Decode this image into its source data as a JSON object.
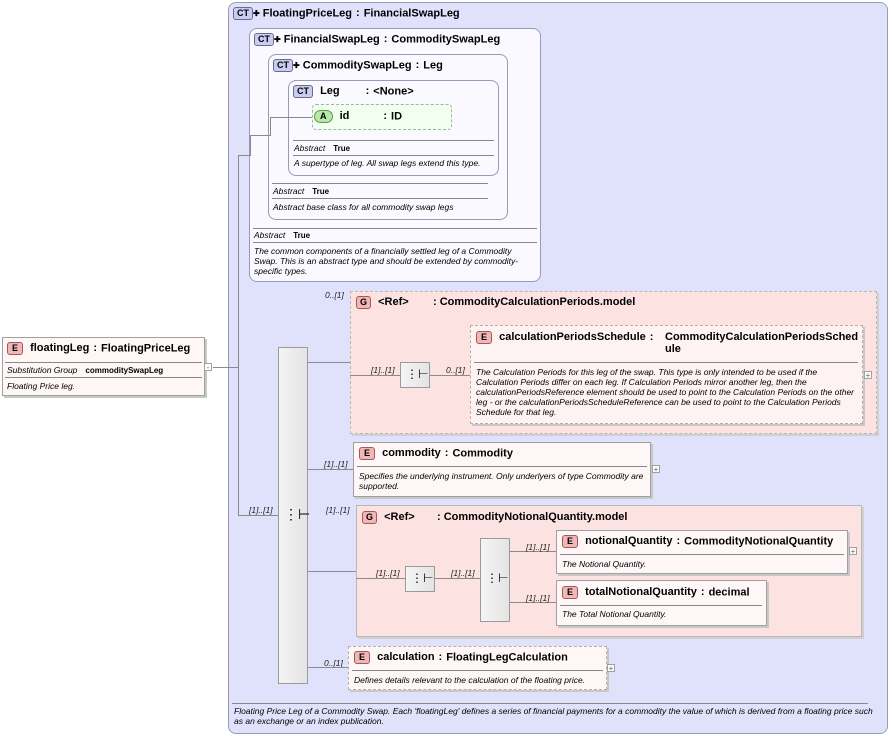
{
  "root": {
    "badge": "E",
    "name": "floatingLeg",
    "type": "FloatingPriceLeg",
    "prop_key": "Substitution Group",
    "prop_val": "commoditySwapLeg",
    "doc": "Floating Price leg."
  },
  "ct_floating": {
    "badge": "CT",
    "name": "FloatingPriceLeg",
    "type": "FinancialSwapLeg",
    "doc": "Floating Price Leg of a Commodity Swap. Each 'floatingLeg' defines a series of financial payments for a commodity the value of which is derived from a floating price such as an exchange or an index publication."
  },
  "ct_financial": {
    "badge": "CT",
    "name": "FinancialSwapLeg",
    "type": "CommoditySwapLeg",
    "prop_key": "Abstract",
    "prop_val": "True",
    "doc": "The common components of a financially settled leg of a Commodity Swap. This is an abstract type and should be extended by commodity-specific types."
  },
  "ct_commodity": {
    "badge": "CT",
    "name": "CommoditySwapLeg",
    "type": "Leg",
    "prop_key": "Abstract",
    "prop_val": "True",
    "doc": "Abstract base class for all commodity swap legs"
  },
  "ct_leg": {
    "badge": "CT",
    "name": "Leg",
    "type": "<None>",
    "prop_key": "Abstract",
    "prop_val": "True",
    "doc": "A supertype of leg. All swap legs extend this type."
  },
  "attr_id": {
    "badge": "A",
    "name": "id",
    "type": "ID"
  },
  "group_calc": {
    "badge": "G",
    "ref": "<Ref>",
    "type": "CommodityCalculationPeriods.model",
    "card": "0..[1]"
  },
  "el_calc_sched": {
    "badge": "E",
    "name": "calculationPeriodsSchedule",
    "type": "CommodityCalculationPeriodsSchedule",
    "card": "0..[1]",
    "seq_card": "[1]..[1]",
    "doc": "The Calculation Periods for this leg of the swap. This type is only intended to be used if the Calculation Periods differ on each leg. If Calculation Periods mirror another leg, then the calculationPeriodsReference element should be used to point to the Calculation Periods on the other leg - or the calculationPeriodsScheduleReference can be used to point to the Calculation Periods Schedule for that leg."
  },
  "el_commodity": {
    "badge": "E",
    "name": "commodity",
    "type": "Commodity",
    "card": "[1]..[1]",
    "doc": "Specifies the underlying instrument. Only underlyers of type Commodity are supported."
  },
  "group_notional": {
    "badge": "G",
    "ref": "<Ref>",
    "type": "CommodityNotionalQuantity.model",
    "card": "[1]..[1]",
    "seq_card": "[1]..[1]",
    "choice_card": "[1]..[1]"
  },
  "el_notional": {
    "badge": "E",
    "name": "notionalQuantity",
    "type": "CommodityNotionalQuantity",
    "card": "[1]..[1]",
    "doc": "The Notional Quantity."
  },
  "el_total": {
    "badge": "E",
    "name": "totalNotionalQuantity",
    "type": "decimal",
    "card": "[1]..[1]",
    "doc": "The Total Notional Quantity."
  },
  "el_calculation": {
    "badge": "E",
    "name": "calculation",
    "type": "FloatingLegCalculation",
    "card": "0..[1]",
    "doc": "Defines details relevant to the calculation of the floating price."
  },
  "main_seq_card": "[1]..[1]",
  "plus": "+",
  "minus": "-"
}
